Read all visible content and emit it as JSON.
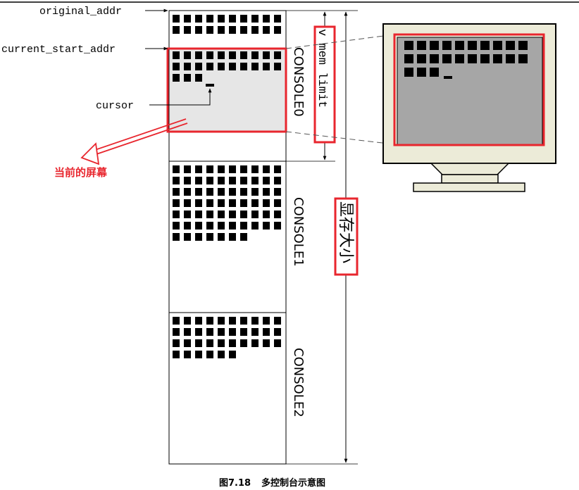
{
  "labels": {
    "original_addr": "original_addr",
    "current_start_addr": "current_start_addr",
    "cursor": "cursor",
    "current_screen": "当前的屏幕",
    "v_mem_limit": "v mem limit",
    "vram_size": "显存大小",
    "console0": "CONSOLE0",
    "console1": "CONSOLE1",
    "console2": "CONSOLE2"
  },
  "caption": {
    "figure_no": "图7.18",
    "title": "多控制台示意图"
  },
  "colors": {
    "highlight": "#e8262e",
    "screen_bg": "#a6a6a6",
    "screen_area_bg": "#e6e6e6",
    "bezel": "#ecebd8",
    "block": "#000000"
  },
  "text_rows": {
    "console0_pre": [
      10,
      10
    ],
    "console0_screen": [
      10,
      10,
      3
    ],
    "console1": [
      10,
      10,
      10,
      10,
      10,
      10,
      7
    ],
    "console2": [
      10,
      10,
      10,
      6
    ],
    "monitor": [
      10,
      10,
      3
    ]
  }
}
